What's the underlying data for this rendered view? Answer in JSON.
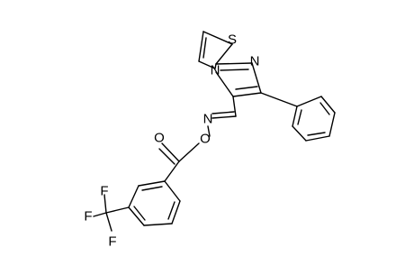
{
  "molecule": {
    "atoms": {
      "sulfur": "S",
      "thiazole_nitrogen": "N",
      "imidazole_nitrogen": "N",
      "imine_nitrogen": "N",
      "ester_oxygen": "O",
      "carbonyl_oxygen": "O",
      "fluorine_1": "F",
      "fluorine_2": "F",
      "fluorine_3": "F"
    }
  }
}
